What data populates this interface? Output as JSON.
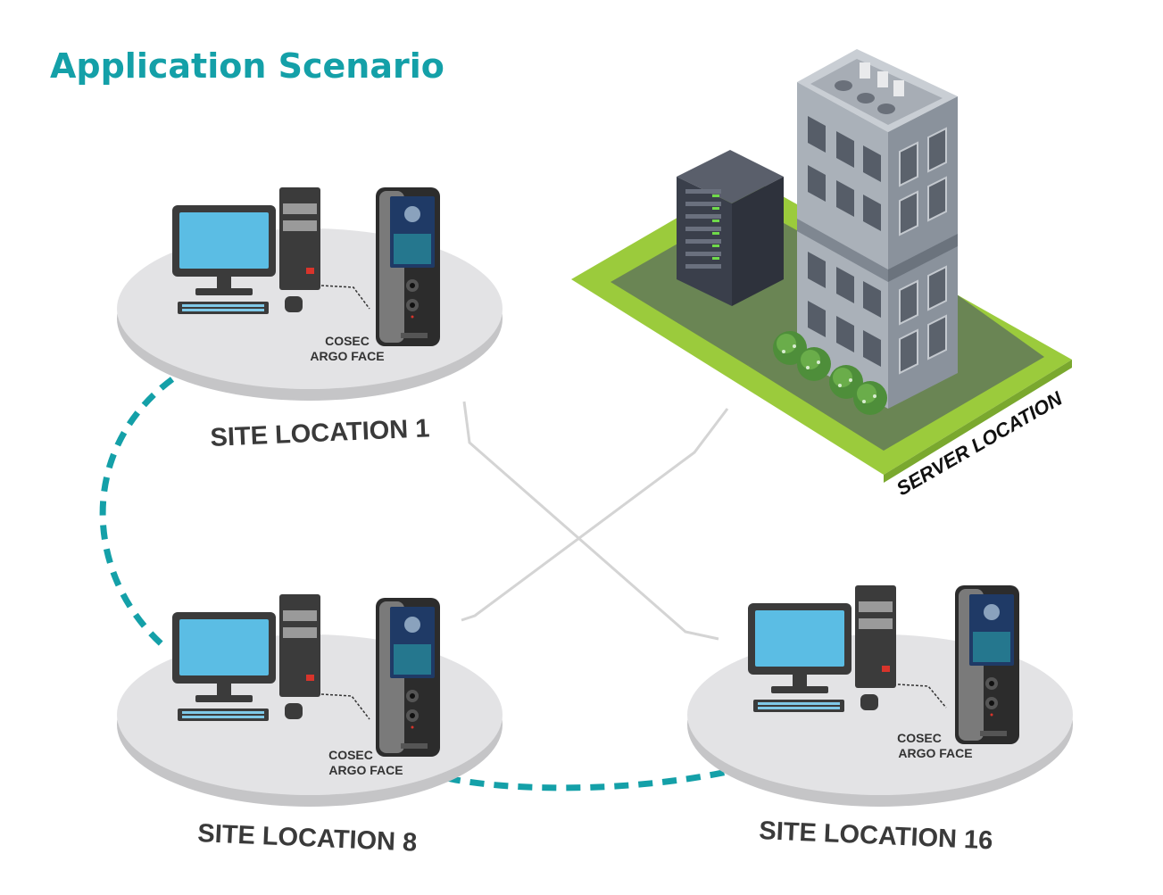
{
  "title": "Application Scenario",
  "colors": {
    "title": "#14a0a8",
    "dashed_link": "#14a0a8",
    "solid_link": "#d4d4d4",
    "platform": "#e3e3e5",
    "lawn": "#9bcb3c",
    "building": "#9aa3ad",
    "monitor_screen": "#5bbde4"
  },
  "sites": [
    {
      "label": "SITE LOCATION 1",
      "device_label_line1": "COSEC",
      "device_label_line2": "ARGO FACE"
    },
    {
      "label": "SITE LOCATION 8",
      "device_label_line1": "COSEC",
      "device_label_line2": "ARGO FACE"
    },
    {
      "label": "SITE LOCATION 16",
      "device_label_line1": "COSEC",
      "device_label_line2": "ARGO FACE"
    }
  ],
  "server": {
    "label": "SERVER LOCATION"
  }
}
